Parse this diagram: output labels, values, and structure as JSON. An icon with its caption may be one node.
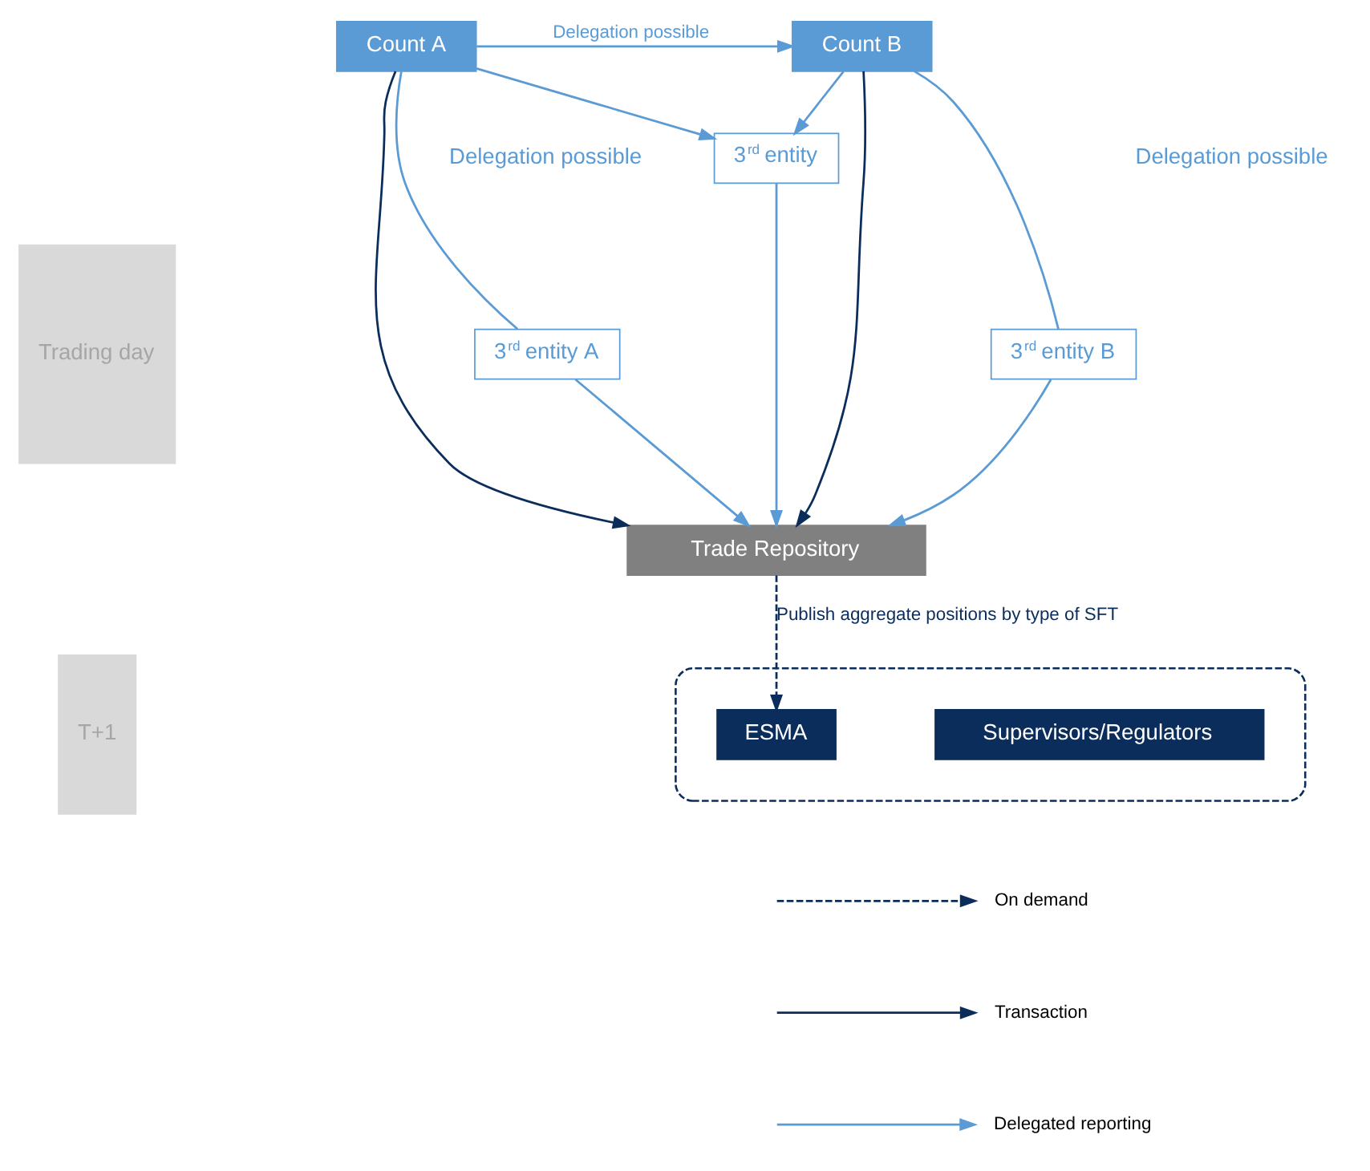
{
  "diagram": {
    "nodes": [
      {
        "text": [
          "Trading day"
        ]
      },
      {
        "text": [
          "T+1"
        ]
      },
      {
        "text": [
          "Count A"
        ]
      },
      {
        "text": [
          "Count B"
        ]
      },
      {
        "text": [
          "3$^{rd}$ entity"
        ]
      },
      {
        "text": [
          "3$^{rd}$ entity A"
        ]
      },
      {
        "text": [
          "3$^{rd}$ entity B"
        ]
      },
      {
        "text": [
          "Trade Repository"
        ]
      },
      {
        "text": [],
        "shape": "box"
      },
      {
        "text": [
          "ESMA"
        ],
        "in": 8
      },
      {
        "text": [
          "Supervisors/Regulators"
        ],
        "in": 8
      }
    ],
    "edges": [
      {
        "from": 2,
        "to": 3,
        "arrow": "to",
        "label": "Delegation possible"
      },
      {
        "from": 2,
        "to": 4,
        "arrow": "to"
      },
      {
        "from": 3,
        "to": 4,
        "arrow": "to"
      },
      {
        "from": 2,
        "to": 5,
        "arrow": "none"
      },
      {
        "from": 5,
        "to": 7,
        "arrow": "to"
      },
      {
        "from": 2,
        "to": 7,
        "arrow": "to",
        "color": "#0b2d5b"
      },
      {
        "from": 4,
        "to": 7,
        "arrow": "to"
      },
      {
        "from": 3,
        "to": 6,
        "arrow": "none"
      },
      {
        "from": 6,
        "to": 7,
        "arrow": "to"
      },
      {
        "from": 3,
        "to": 7,
        "arrow": "to",
        "color": "#0b2d5b"
      },
      {
        "from": 7,
        "to": 9,
        "arrow": "to",
        "style": "dashed",
        "color": "#0b2d5b",
        "label": "Publish aggregate positions by type of SFT"
      }
    ],
    "labels": [
      "Delegation possible",
      "Delegation possible"
    ],
    "legend": [
      {
        "text": "On demand"
      },
      {
        "text": "Transaction"
      },
      {
        "text": "Delegated reporting"
      }
    ]
  }
}
